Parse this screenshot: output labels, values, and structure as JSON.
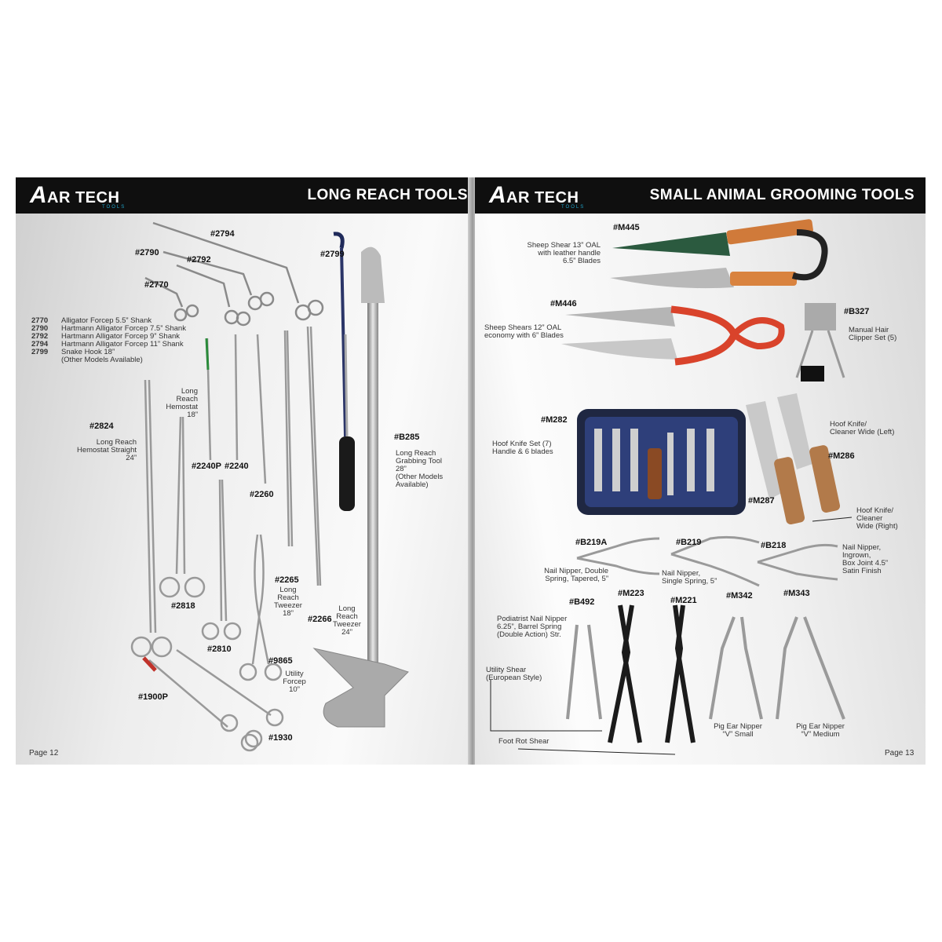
{
  "left_page": {
    "brand": {
      "mark": "A",
      "name": "AR TECH",
      "sub": "TOOLS"
    },
    "title": "LONG REACH TOOLS",
    "codes": {
      "c2794": "#2794",
      "c2790": "#2790",
      "c2792": "#2792",
      "c2770": "#2770",
      "c2799": "#2799",
      "c2824": "#2824",
      "c2240p": "#2240P",
      "c2240": "#2240",
      "c2260": "#2260",
      "cb285": "#B285",
      "c2818": "#2818",
      "c2265": "#2265",
      "c2266": "#2266",
      "c2810": "#2810",
      "c9865": "#9865",
      "c1900p": "#1900P",
      "c1930": "#1930"
    },
    "legend": [
      {
        "code": "2770",
        "desc": "Alligator Forcep 5.5” Shank"
      },
      {
        "code": "2790",
        "desc": "Hartmann Alligator Forcep 7.5” Shank"
      },
      {
        "code": "2792",
        "desc": "Hartmann Alligator Forcep 9” Shank"
      },
      {
        "code": "2794",
        "desc": "Hartmann Alligator Forcep 11” Shank"
      },
      {
        "code": "2799",
        "desc": "Snake Hook 18”"
      }
    ],
    "legend_note": "(Other Models Available)",
    "labels": {
      "hemostat18": [
        "Long",
        "Reach",
        "Hemostat",
        "18”"
      ],
      "hemostat24": [
        "Long Reach",
        "Hemostat Straight",
        "24”"
      ],
      "grabbing": [
        "Long Reach",
        "Grabbing Tool",
        "28”",
        "(Other Models",
        "Available)"
      ],
      "tweezer18": [
        "Long",
        "Reach",
        "Tweezer",
        "18”"
      ],
      "tweezer24": [
        "Long",
        "Reach",
        "Tweezer",
        "24”"
      ],
      "utility": [
        "Utility",
        "Forcep",
        "10”"
      ]
    },
    "page_number": "Page 12"
  },
  "right_page": {
    "brand": {
      "mark": "A",
      "name": "AR TECH",
      "sub": "TOOLS"
    },
    "title": "SMALL ANIMAL GROOMING TOOLS",
    "codes": {
      "m445": "#M445",
      "m446": "#M446",
      "b327": "#B327",
      "m282": "#M282",
      "m286": "#M286",
      "m287": "#M287",
      "b219a": "#B219A",
      "b219": "#B219",
      "b218": "#B218",
      "m223": "#M223",
      "m221": "#M221",
      "m342": "#M342",
      "m343": "#M343",
      "b492": "#B492"
    },
    "labels": {
      "m445": [
        "Sheep Shear 13” OAL",
        "with leather handle",
        "6.5” Blades"
      ],
      "m446": [
        "Sheep Shears 12” OAL",
        "economy with 6” Blades"
      ],
      "b327": [
        "Manual Hair",
        "Clipper Set (5)"
      ],
      "m282": [
        "Hoof Knife Set (7)",
        "Handle & 6 blades"
      ],
      "m286": [
        "Hoof Knife/",
        "Cleaner Wide (Left)"
      ],
      "m287": [
        "Hoof Knife/",
        "Cleaner",
        "Wide (Right)"
      ],
      "b219a": [
        "Nail Nipper, Double",
        "Spring, Tapered, 5”"
      ],
      "b219": [
        "Nail Nipper,",
        "Single Spring, 5”"
      ],
      "b218": [
        "Nail Nipper,",
        "Ingrown,",
        "Box Joint 4.5”",
        "Satin Finish"
      ],
      "b492": [
        "Podiatrist Nail Nipper",
        "6.25”, Barrel Spring",
        "(Double Action) Str."
      ],
      "utility_shear": [
        "Utility Shear",
        "(European Style)"
      ],
      "m342": [
        "Pig Ear Nipper",
        "“V” Small"
      ],
      "m343": [
        "Pig Ear Nipper",
        "“V” Medium"
      ],
      "foot_rot": "Foot Rot Shear"
    },
    "page_number": "Page 13"
  }
}
